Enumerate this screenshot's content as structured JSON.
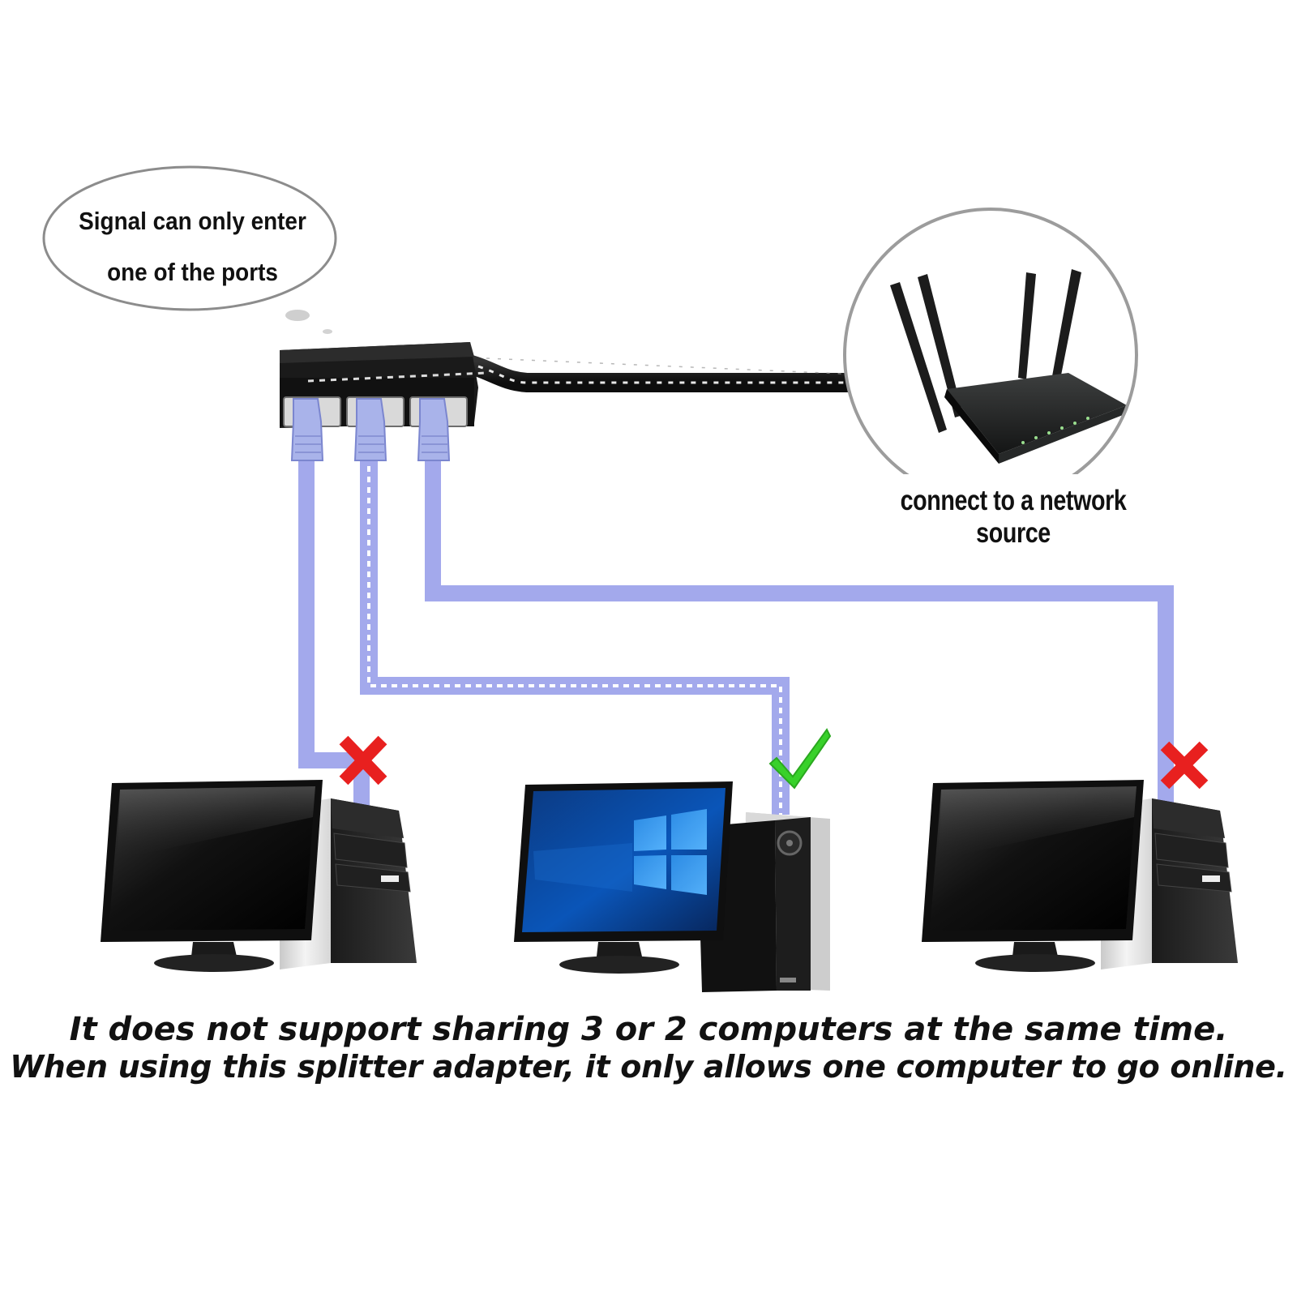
{
  "bubble": {
    "line1": "Signal can only enter",
    "line2": "one of the ports"
  },
  "router": {
    "caption": "connect to a network source"
  },
  "computers": [
    {
      "name": "left",
      "status": "x-mark"
    },
    {
      "name": "center",
      "status": "check-mark"
    },
    {
      "name": "right",
      "status": "x-mark"
    }
  ],
  "footer": {
    "line1": "It does not support sharing 3 or 2 computers at the same time.",
    "line2": "When using this splitter adapter, it only allows one computer to go online."
  },
  "colors": {
    "cable": "#a3a9ec",
    "cross": "#e8201f",
    "check": "#38d12a",
    "splitter": "#1a1a1a"
  }
}
